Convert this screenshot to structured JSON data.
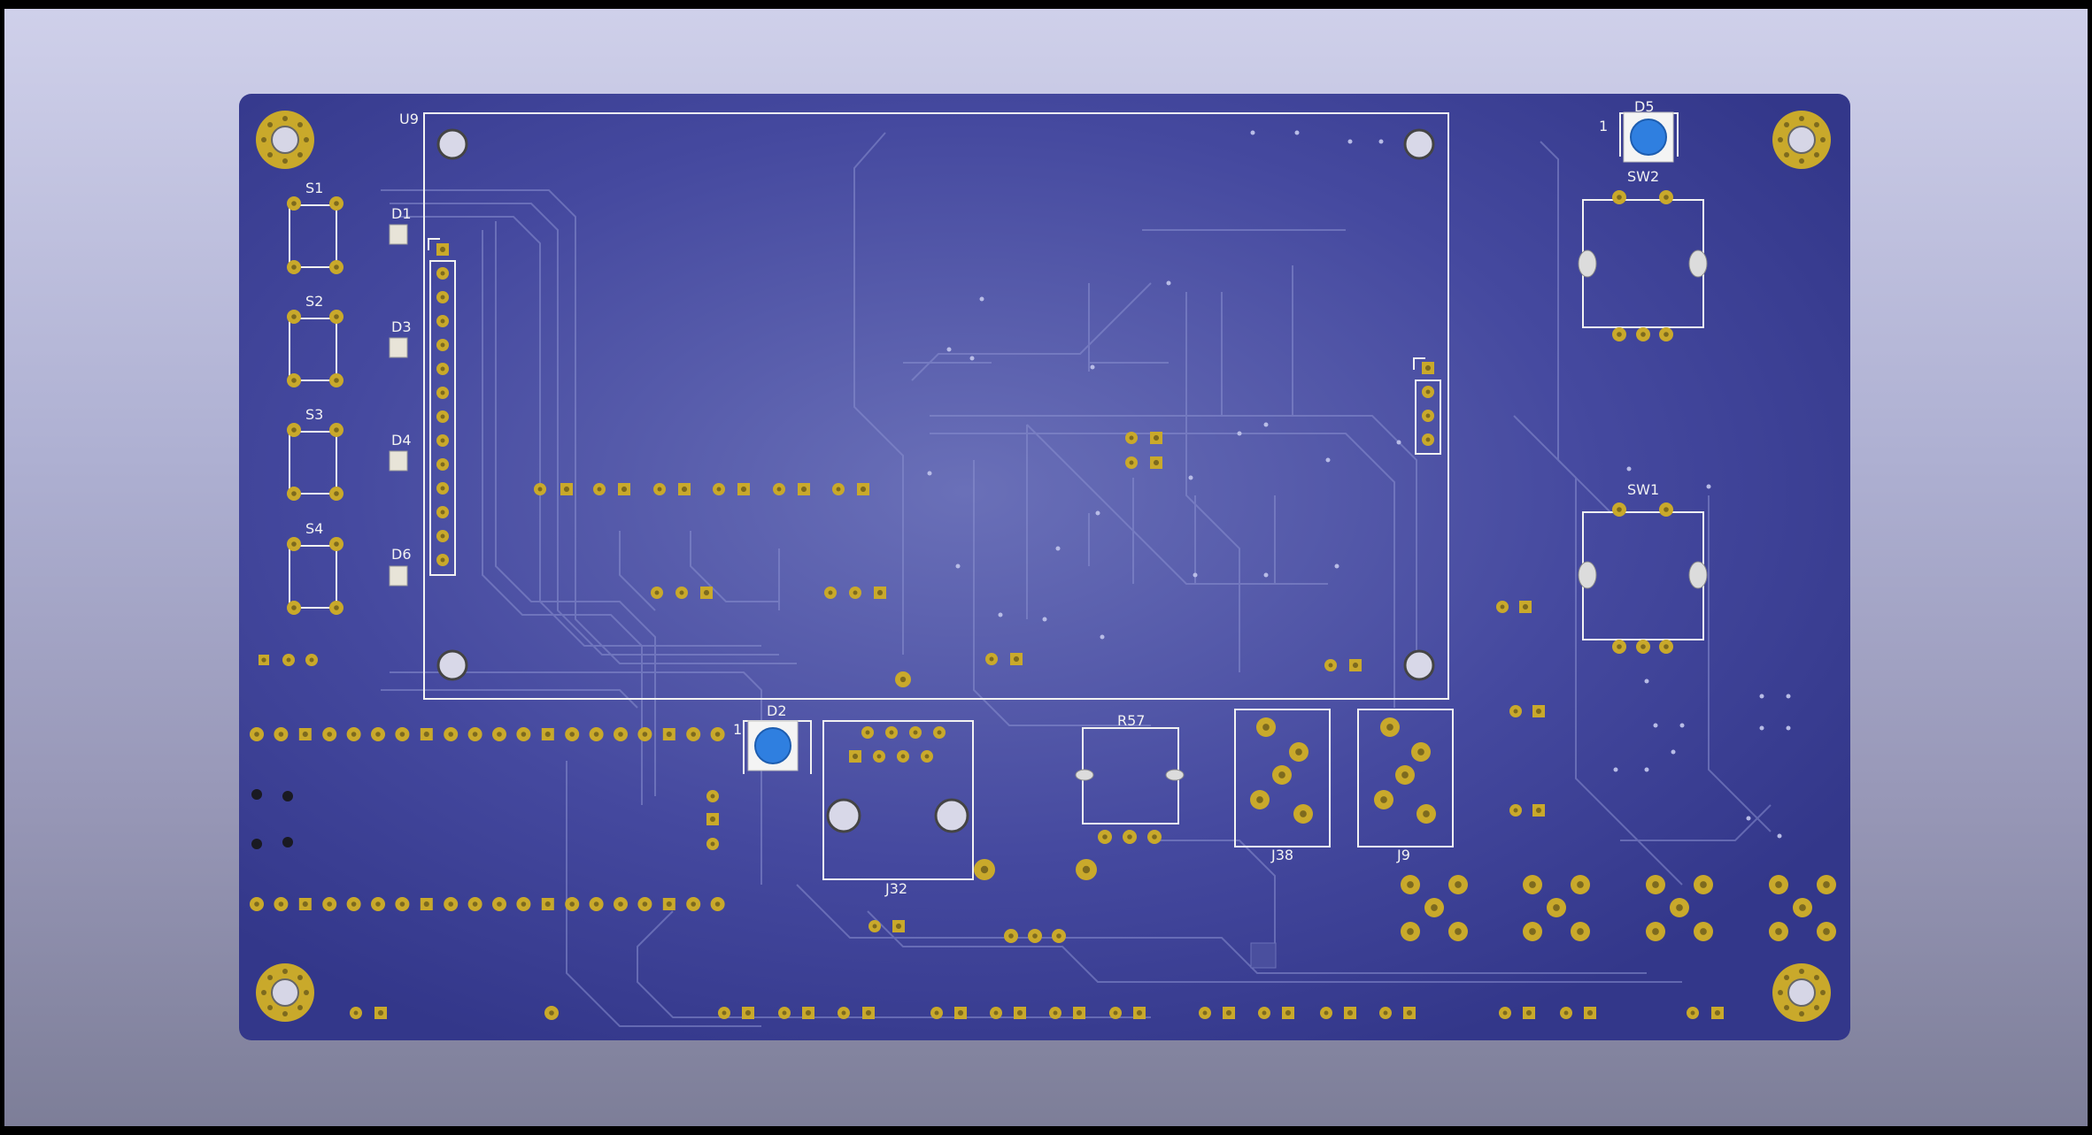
{
  "refdes": {
    "U9": "U9",
    "S1": "S1",
    "S2": "S2",
    "S3": "S3",
    "S4": "S4",
    "D1": "D1",
    "D2": "D2",
    "D3": "D3",
    "D4": "D4",
    "D5": "D5",
    "D6": "D6",
    "SW1": "SW1",
    "SW2": "SW2",
    "R57": "R57",
    "J32": "J32",
    "J38": "J38",
    "J9": "J9"
  },
  "pin1": {
    "d5": "1",
    "d2": "1"
  },
  "colors": {
    "board": "#3a3f95",
    "board_center": "#6a70b8",
    "pad": "#c9a92b",
    "pad_hole": "#7d6a1e",
    "silkscreen": "#f2f2f2",
    "trace": "#8a90d0",
    "led_blue": "#2f7fe0"
  },
  "icons": {
    "mounting_hole": "mounting-hole-icon",
    "tact_switch": "tact-switch-icon",
    "smd_led": "smd-led-icon",
    "rgb_led": "rgb-led-icon"
  }
}
